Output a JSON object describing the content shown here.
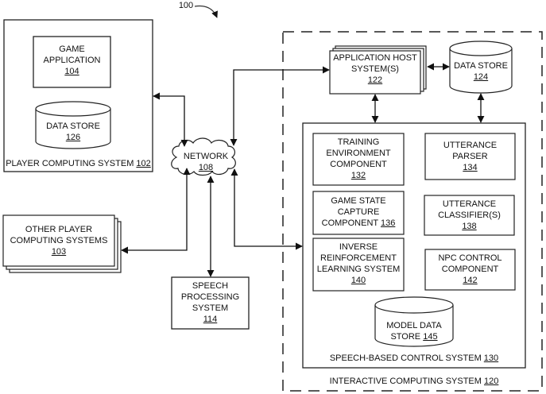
{
  "figure": {
    "ref": "100"
  },
  "player_computing_system": {
    "title": "PLAYER COMPUTING SYSTEM",
    "ref": "102",
    "game_application": {
      "line1": "GAME",
      "line2": "APPLICATION",
      "ref": "104"
    },
    "data_store": {
      "line1": "DATA STORE",
      "ref": "126"
    }
  },
  "other_player_computing_systems": {
    "line1": "OTHER PLAYER",
    "line2": "COMPUTING SYSTEMS",
    "ref": "103"
  },
  "network": {
    "line1": "NETWORK",
    "ref": "108"
  },
  "speech_processing_system": {
    "line1": "SPEECH",
    "line2": "PROCESSING",
    "line3": "SYSTEM",
    "ref": "114"
  },
  "interactive_computing_system": {
    "title": "INTERACTIVE COMPUTING SYSTEM",
    "ref": "120",
    "application_host": {
      "line1": "APPLICATION HOST",
      "line2": "SYSTEM(S)",
      "ref": "122"
    },
    "data_store": {
      "line1": "DATA STORE",
      "ref": "124"
    },
    "speech_based_control_system": {
      "title": "SPEECH-BASED CONTROL SYSTEM",
      "ref": "130",
      "training_env": {
        "line1": "TRAINING",
        "line2": "ENVIRONMENT",
        "line3": "COMPONENT",
        "ref": "132"
      },
      "utterance_parser": {
        "line1": "UTTERANCE",
        "line2": "PARSER",
        "ref": "134"
      },
      "game_state_capture": {
        "line1": "GAME STATE",
        "line2": "CAPTURE",
        "line3": "COMPONENT",
        "ref": "136"
      },
      "utterance_classifier": {
        "line1": "UTTERANCE",
        "line2": "CLASSIFIER(S)",
        "ref": "138"
      },
      "inverse_rl": {
        "line1": "INVERSE",
        "line2": "REINFORCEMENT",
        "line3": "LEARNING SYSTEM",
        "ref": "140"
      },
      "npc_control": {
        "line1": "NPC CONTROL",
        "line2": "COMPONENT",
        "ref": "142"
      },
      "model_data_store": {
        "line1": "MODEL DATA",
        "line2": "STORE",
        "ref": "145"
      }
    }
  }
}
